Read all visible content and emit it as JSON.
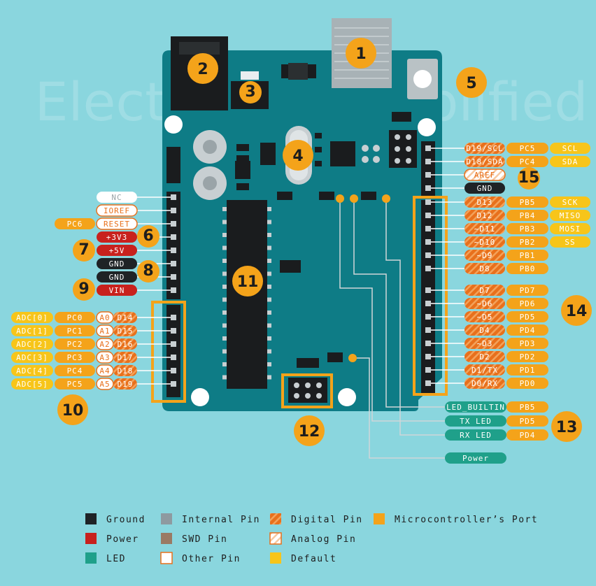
{
  "watermark": "ElectronicsSimplified",
  "colors": {
    "background": "#8ad6de",
    "board": "#0e7c86",
    "board_dark": "#0a6770",
    "ground": "#1f2326",
    "power": "#c8211d",
    "led": "#1fa08a",
    "internal": "#8e9aa0",
    "swd": "#9a7a64",
    "digital": "#e8701c",
    "digital_stripe": "#f3a25a",
    "analog": "#ffffff",
    "port": "#f4a31a",
    "default": "#f7c51a",
    "highlight": "#f4a31a"
  },
  "badges": [
    {
      "id": "1",
      "label": "1"
    },
    {
      "id": "2",
      "label": "2"
    },
    {
      "id": "3",
      "label": "3"
    },
    {
      "id": "4",
      "label": "4"
    },
    {
      "id": "5",
      "label": "5"
    },
    {
      "id": "6",
      "label": "6"
    },
    {
      "id": "7",
      "label": "7"
    },
    {
      "id": "8",
      "label": "8"
    },
    {
      "id": "9",
      "label": "9"
    },
    {
      "id": "10",
      "label": "10"
    },
    {
      "id": "11",
      "label": "11"
    },
    {
      "id": "12",
      "label": "12"
    },
    {
      "id": "13",
      "label": "13"
    },
    {
      "id": "14",
      "label": "14"
    },
    {
      "id": "15",
      "label": "15"
    }
  ],
  "left_pins": [
    {
      "label": "NC",
      "kind": "other_white"
    },
    {
      "label": "IOREF",
      "kind": "other"
    },
    {
      "label": "RESET",
      "kind": "other",
      "port": "PC6"
    },
    {
      "label": "+3V3",
      "kind": "power"
    },
    {
      "label": "+5V",
      "kind": "power"
    },
    {
      "label": "GND",
      "kind": "ground"
    },
    {
      "label": "GND",
      "kind": "ground"
    },
    {
      "label": "VIN",
      "kind": "power"
    }
  ],
  "analog_pins": [
    {
      "adc": "ADC[0]",
      "port": "PC0",
      "analog": "A0",
      "digital": "D14"
    },
    {
      "adc": "ADC[1]",
      "port": "PC1",
      "analog": "A1",
      "digital": "D15"
    },
    {
      "adc": "ADC[2]",
      "port": "PC2",
      "analog": "A2",
      "digital": "D16"
    },
    {
      "adc": "ADC[3]",
      "port": "PC3",
      "analog": "A3",
      "digital": "D17"
    },
    {
      "adc": "ADC[4]",
      "port": "PC4",
      "analog": "A4",
      "digital": "D18"
    },
    {
      "adc": "ADC[5]",
      "port": "PC5",
      "analog": "A5",
      "digital": "D19"
    }
  ],
  "right_top_pins": [
    {
      "label": "D19/SCL",
      "kind": "digital",
      "port": "PC5",
      "func": "SCL"
    },
    {
      "label": "D18/SDA",
      "kind": "digital",
      "port": "PC4",
      "func": "SDA"
    },
    {
      "label": "AREF",
      "kind": "analog"
    },
    {
      "label": "GND",
      "kind": "ground"
    }
  ],
  "right_pins": [
    {
      "label": "D13",
      "port": "PB5",
      "func": "SCK"
    },
    {
      "label": "D12",
      "port": "PB4",
      "func": "MISO"
    },
    {
      "label": "~D11",
      "port": "PB3",
      "func": "MOSI"
    },
    {
      "label": "~D10",
      "port": "PB2",
      "func": "SS"
    },
    {
      "label": "~D9",
      "port": "PB1",
      "func": ""
    },
    {
      "label": "D8",
      "port": "PB0",
      "func": ""
    },
    {
      "label": "D7",
      "port": "PD7",
      "func": ""
    },
    {
      "label": "~D6",
      "port": "PD6",
      "func": ""
    },
    {
      "label": "~D5",
      "port": "PD5",
      "func": ""
    },
    {
      "label": "D4",
      "port": "PD4",
      "func": ""
    },
    {
      "label": "~D3",
      "port": "PD3",
      "func": ""
    },
    {
      "label": "D2",
      "port": "PD2",
      "func": ""
    },
    {
      "label": "D1/TX",
      "port": "PD1",
      "func": ""
    },
    {
      "label": "D0/RX",
      "port": "PD0",
      "func": ""
    }
  ],
  "led_labels": [
    {
      "label": "LED_BUILTIN",
      "port": "PB5"
    },
    {
      "label": "TX LED",
      "port": "PD5"
    },
    {
      "label": "RX LED",
      "port": "PD4"
    },
    {
      "label": "Power",
      "port": ""
    }
  ],
  "legend": [
    {
      "label": "Ground",
      "swatch": "ground"
    },
    {
      "label": "Power",
      "swatch": "power"
    },
    {
      "label": "LED",
      "swatch": "led"
    },
    {
      "label": "Internal Pin",
      "swatch": "internal"
    },
    {
      "label": "SWD Pin",
      "swatch": "swd"
    },
    {
      "label": "Other Pin",
      "swatch": "other"
    },
    {
      "label": "Digital Pin",
      "swatch": "digital"
    },
    {
      "label": "Analog Pin",
      "swatch": "analog"
    },
    {
      "label": "Default",
      "swatch": "default"
    },
    {
      "label": "Microcontroller’s Port",
      "swatch": "port"
    }
  ]
}
